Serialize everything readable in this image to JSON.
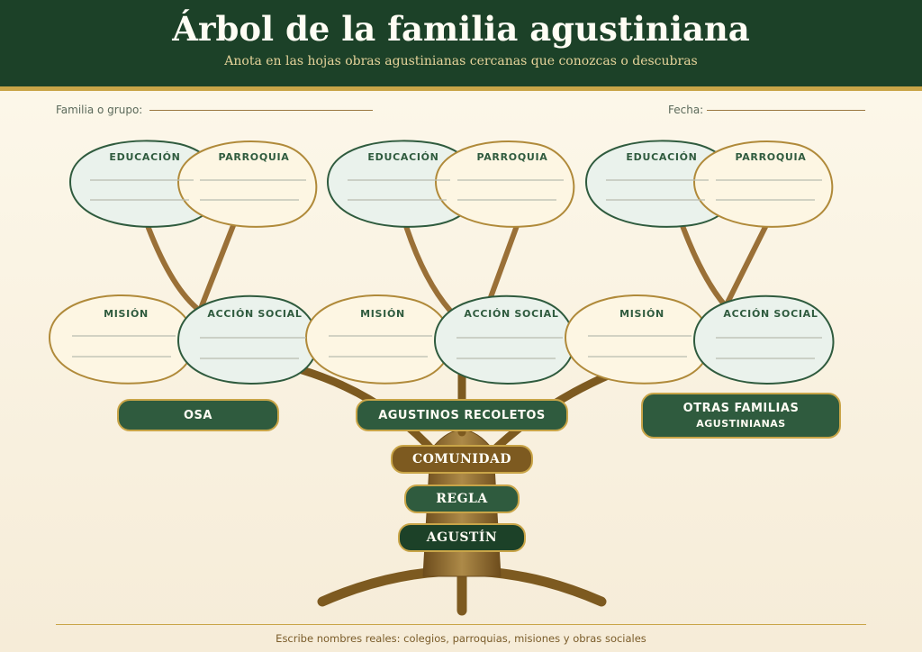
{
  "header": {
    "title": "Árbol de la familia agustiniana",
    "subtitle": "Anota en las hojas obras agustinianas cercanas que conozcas o descubras"
  },
  "form": {
    "group_label": "Familia o grupo:",
    "date_label": "Fecha:"
  },
  "branches": [
    {
      "name": "OSA",
      "leaves": [
        "EDUCACIÓN",
        "PARROQUIA",
        "MISIÓN",
        "ACCIÓN SOCIAL"
      ]
    },
    {
      "name": "AGUSTINOS RECOLETOS",
      "leaves": [
        "EDUCACIÓN",
        "PARROQUIA",
        "MISIÓN",
        "ACCIÓN SOCIAL"
      ]
    },
    {
      "name": "OTRAS FAMILIAS",
      "name_sub": "AGUSTINIANAS",
      "leaves": [
        "EDUCACIÓN",
        "PARROQUIA",
        "MISIÓN",
        "ACCIÓN SOCIAL"
      ]
    }
  ],
  "trunk": {
    "comunidad": "COMUNIDAD",
    "regla": "REGLA",
    "agustin": "AGUSTÍN"
  },
  "footer": {
    "note": "Escribe nombres reales: colegios, parroquias, misiones y obras sociales"
  },
  "colors": {
    "dark_green": "#1c4128",
    "green": "#2f5b3e",
    "gold": "#c9a548",
    "brown": "#7d5a20",
    "cream": "#fdf6e3",
    "mint": "#eaf2ec"
  }
}
